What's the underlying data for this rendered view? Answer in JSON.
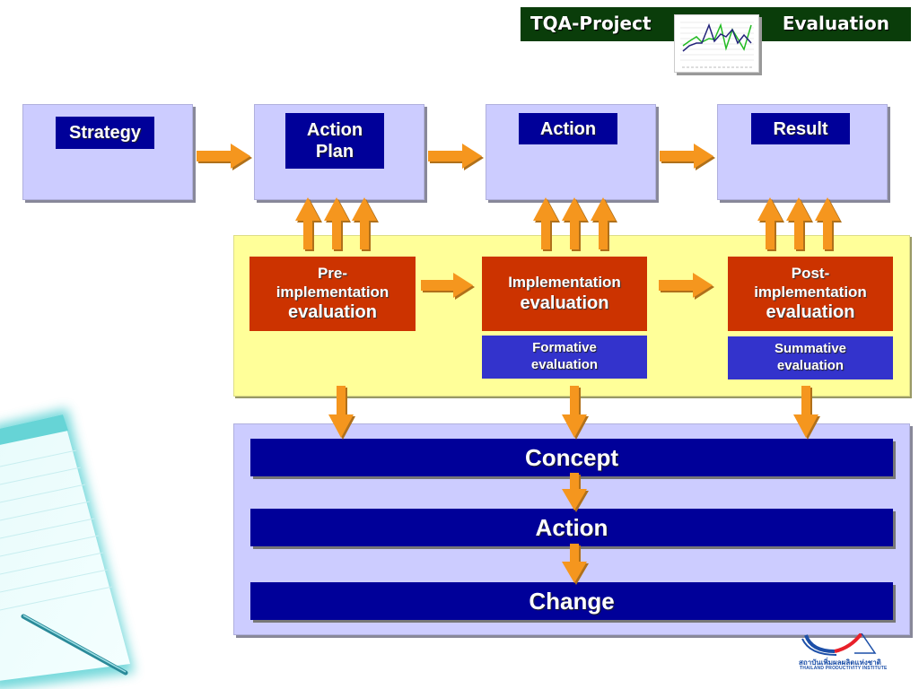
{
  "header": {
    "left_title": "TQA-Project",
    "right_title": "Evaluation",
    "thumbnail_icon": "line-chart-thumbnail-icon",
    "background_color": "#0a3d0a"
  },
  "top_row": [
    {
      "label": "Strategy"
    },
    {
      "label_line1": "Action",
      "label_line2": "Plan"
    },
    {
      "label": "Action"
    },
    {
      "label": "Result"
    }
  ],
  "evaluations": [
    {
      "line1": "Pre-",
      "line2": "implementation",
      "line3": "evaluation"
    },
    {
      "line1": "Implementation",
      "line2": "evaluation",
      "sub_line1": "Formative",
      "sub_line2": "evaluation"
    },
    {
      "line1": "Post-",
      "line2": "implementation",
      "line3": "evaluation",
      "sub_line1": "Summative",
      "sub_line2": "evaluation"
    }
  ],
  "bottom_stack": [
    "Concept",
    "Action",
    "Change"
  ],
  "logo": {
    "thai_text": "สถาบันเพิ่มผลผลิตแห่งชาติ",
    "english_text": "THAILAND PRODUCTIVITY INSTITUTE"
  },
  "colors": {
    "navy": "#000099",
    "lavender": "#ccccff",
    "eval_red": "#cc3300",
    "eval_blue": "#3333cc",
    "yellow_panel": "#ffff99",
    "arrow_orange": "#f5961e"
  }
}
